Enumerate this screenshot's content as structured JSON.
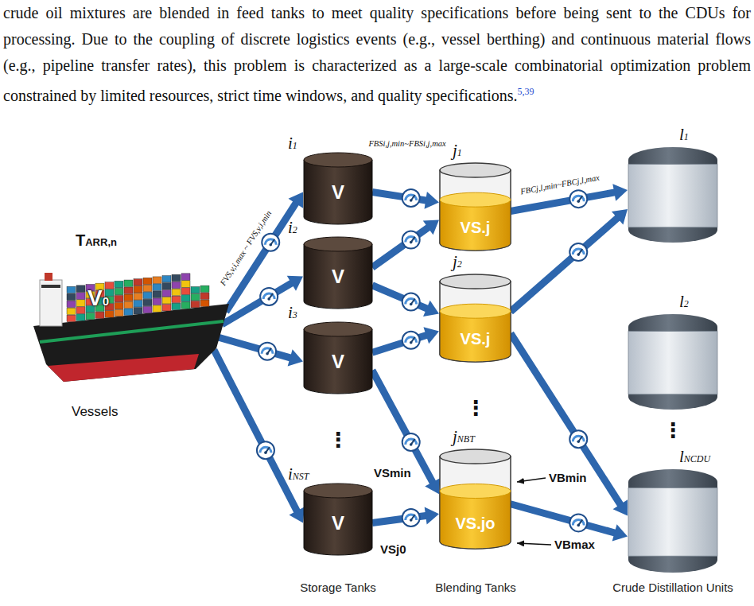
{
  "diagram": {
    "nodes": [
      {
        "text": [
          "V0",
          "Vessels"
        ]
      },
      {
        "text": [
          "i1",
          "V"
        ]
      },
      {
        "text": [
          "i2",
          "V"
        ]
      },
      {
        "text": [
          "i3",
          "V"
        ]
      },
      {
        "text": [
          "iNST",
          "V"
        ]
      },
      {
        "text": [
          "j1",
          "VS.j"
        ]
      },
      {
        "text": [
          "j2",
          "VS.j"
        ]
      },
      {
        "text": [
          "jNBT",
          "VS.jo"
        ]
      },
      {
        "text": [
          "l1"
        ]
      },
      {
        "text": [
          "l2"
        ]
      },
      {
        "text": [
          "lNCDU"
        ]
      }
    ],
    "edges": [
      {
        "from": 0,
        "to": 1,
        "arrow": "to",
        "label": "FVS,v,i,max ~ FVS,v,i,min"
      },
      {
        "from": 0,
        "to": 2,
        "arrow": "to"
      },
      {
        "from": 0,
        "to": 3,
        "arrow": "to"
      },
      {
        "from": 0,
        "to": 4,
        "arrow": "to"
      },
      {
        "from": 1,
        "to": 5,
        "arrow": "to",
        "label": "FBSi,j,min~FBSi,j,max"
      },
      {
        "from": 2,
        "to": 5,
        "arrow": "to"
      },
      {
        "from": 2,
        "to": 6,
        "arrow": "to"
      },
      {
        "from": 3,
        "to": 6,
        "arrow": "to"
      },
      {
        "from": 3,
        "to": 7,
        "arrow": "to"
      },
      {
        "from": 4,
        "to": 7,
        "arrow": "to"
      },
      {
        "from": 5,
        "to": 8,
        "arrow": "to",
        "label": "FBCj,l,min~FBCj,l,max"
      },
      {
        "from": 6,
        "to": 8,
        "arrow": "to"
      },
      {
        "from": 6,
        "to": 10,
        "arrow": "to"
      },
      {
        "from": 7,
        "to": 10,
        "arrow": "to"
      }
    ],
    "labels": [
      "crude oil mixtures are blended in feed tanks to meet quality specifications before being sent to the CDUs for processing. Due to the coupling of discrete logistics events (e.g., vessel berthing) and continuous material flows (e.g., pipeline transfer rates), this problem is characterized as a large-scale combinatorial optimization problem constrained by limited resources, strict time windows, and quality specifications.",
      "5,39",
      "TARR,n",
      "⋮",
      "⋮",
      "⋮",
      "VSmin",
      "VSj0",
      "VBmin",
      "VBmax",
      "Storage Tanks",
      "Blending Tanks",
      "Crude Distillation Units"
    ]
  }
}
